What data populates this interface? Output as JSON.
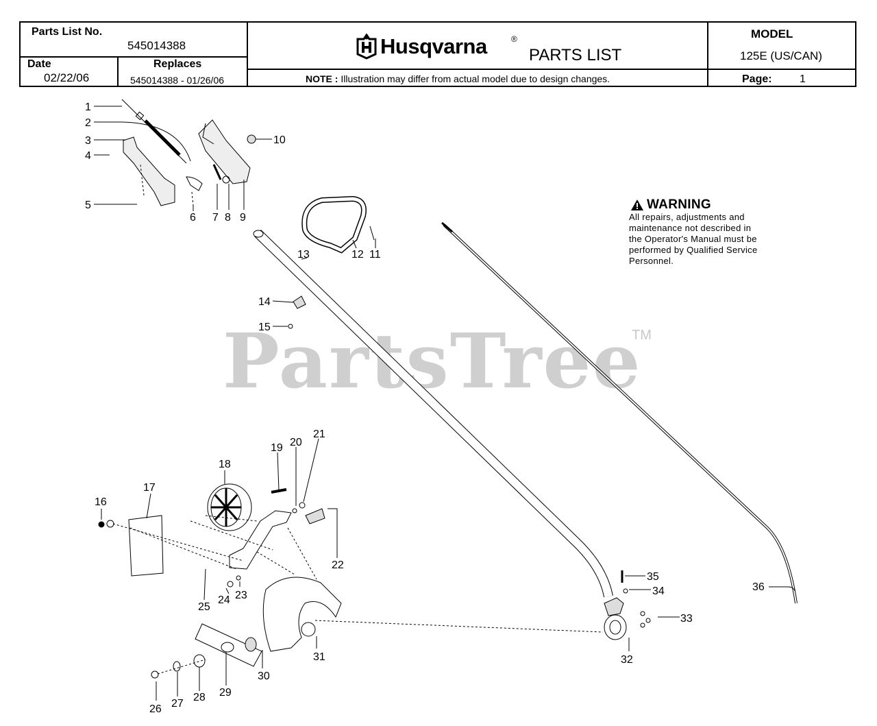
{
  "header": {
    "parts_list_no_label": "Parts List No.",
    "parts_list_no": "545014388",
    "date_label": "Date",
    "date": "02/22/06",
    "replaces_label": "Replaces",
    "replaces": "545014388 - 01/26/06",
    "brand": "Husqvarna",
    "registered": "®",
    "parts_list_title": "PARTS LIST",
    "note_label": "NOTE :",
    "note_text": "Illustration may differ from actual model due to design changes.",
    "model_label": "MODEL",
    "model": "125E (US/CAN)",
    "page_label": "Page:",
    "page": "1"
  },
  "warning": {
    "title": "WARNING",
    "lines": [
      "All repairs, adjustments and",
      "maintenance not described in",
      "the Operator's Manual must be",
      "performed by Qualified Service",
      "Personnel."
    ]
  },
  "watermark": {
    "text": "PartsTree",
    "tm": "TM"
  },
  "callouts": [
    "1",
    "2",
    "3",
    "4",
    "5",
    "6",
    "7",
    "8",
    "9",
    "10",
    "11",
    "12",
    "13",
    "14",
    "15",
    "16",
    "17",
    "18",
    "19",
    "20",
    "21",
    "22",
    "23",
    "24",
    "25",
    "26",
    "27",
    "28",
    "29",
    "30",
    "31",
    "32",
    "33",
    "34",
    "35",
    "36"
  ]
}
